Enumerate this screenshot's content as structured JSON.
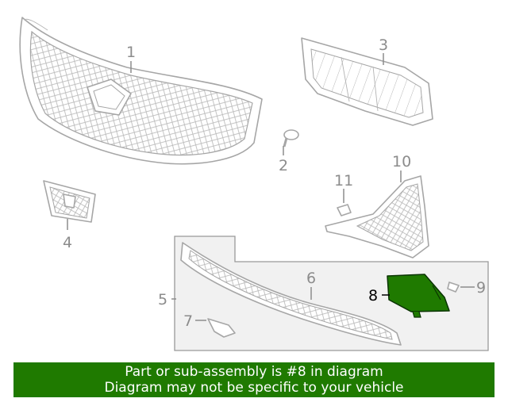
{
  "diagram": {
    "callouts": [
      {
        "id": "1",
        "label": "1"
      },
      {
        "id": "2",
        "label": "2"
      },
      {
        "id": "3",
        "label": "3"
      },
      {
        "id": "4",
        "label": "4"
      },
      {
        "id": "5",
        "label": "5"
      },
      {
        "id": "6",
        "label": "6"
      },
      {
        "id": "7",
        "label": "7"
      },
      {
        "id": "8",
        "label": "8"
      },
      {
        "id": "9",
        "label": "9"
      },
      {
        "id": "10",
        "label": "10"
      },
      {
        "id": "11",
        "label": "11"
      }
    ],
    "highlighted_part": "8",
    "colors": {
      "highlight_fill": "#1f7a00",
      "line_gray": "#a6a6a6",
      "label_gray": "#8c8c8c",
      "banner_bg": "#1f7a00"
    }
  },
  "banner": {
    "line1": "Part or sub-assembly is #8 in diagram",
    "line2": "Diagram may not be specific to your vehicle"
  }
}
